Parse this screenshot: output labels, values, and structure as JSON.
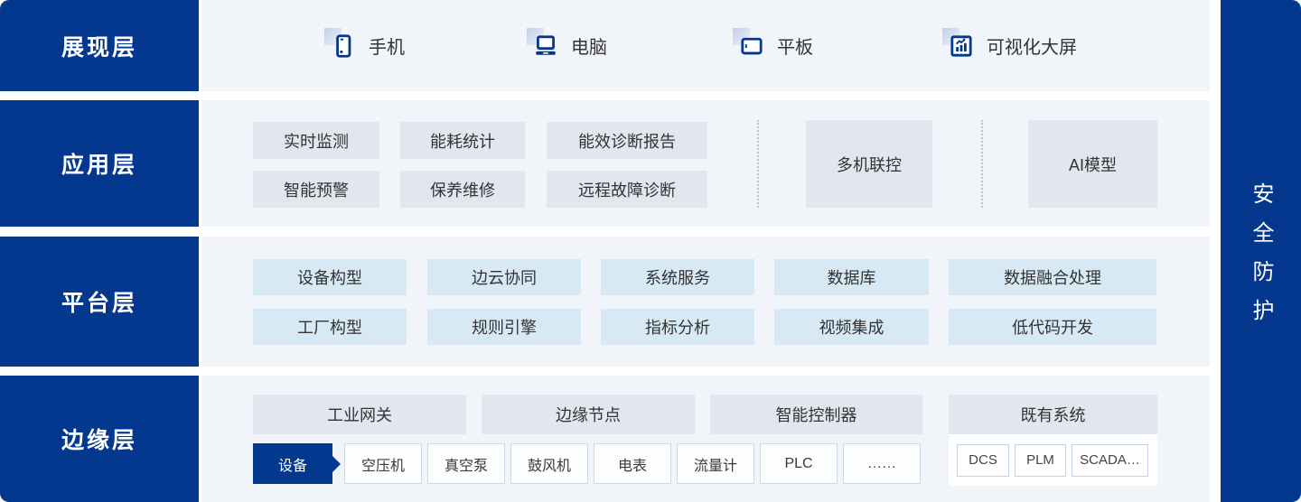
{
  "colors": {
    "primary_blue": "#04388e",
    "panel_bg": "#f1f4f9",
    "chip_gray": "#e2e6ef",
    "chip_blue": "#d7e9f5"
  },
  "layers": {
    "presentation": {
      "label": "展现层",
      "devices": [
        {
          "icon": "phone-icon",
          "label": "手机"
        },
        {
          "icon": "computer-icon",
          "label": "电脑"
        },
        {
          "icon": "tablet-icon",
          "label": "平板"
        },
        {
          "icon": "bigscreen-icon",
          "label": "可视化大屏"
        }
      ]
    },
    "application": {
      "label": "应用层",
      "chips_row1": [
        "实时监测",
        "能耗统计",
        "能效诊断报告"
      ],
      "chips_row2": [
        "智能预警",
        "保养维修",
        "远程故障诊断"
      ],
      "boxes": [
        "多机联控",
        "AI模型"
      ]
    },
    "platform": {
      "label": "平台层",
      "chips_row1": [
        "设备构型",
        "边云协同",
        "系统服务",
        "数据库",
        "数据融合处理"
      ],
      "chips_row2": [
        "工厂构型",
        "规则引擎",
        "指标分析",
        "视频集成",
        "低代码开发"
      ]
    },
    "edge": {
      "label": "边缘层",
      "gateways": [
        "工业网关",
        "边缘节点",
        "智能控制器"
      ],
      "legacy": {
        "title": "既有系统",
        "systems": [
          "DCS",
          "PLM",
          "SCADA…"
        ]
      },
      "device_tag": "设备",
      "devices": [
        "空压机",
        "真空泵",
        "鼓风机",
        "电表",
        "流量计",
        "PLC",
        "……"
      ]
    }
  },
  "security_bar": {
    "label": "安全防护"
  }
}
